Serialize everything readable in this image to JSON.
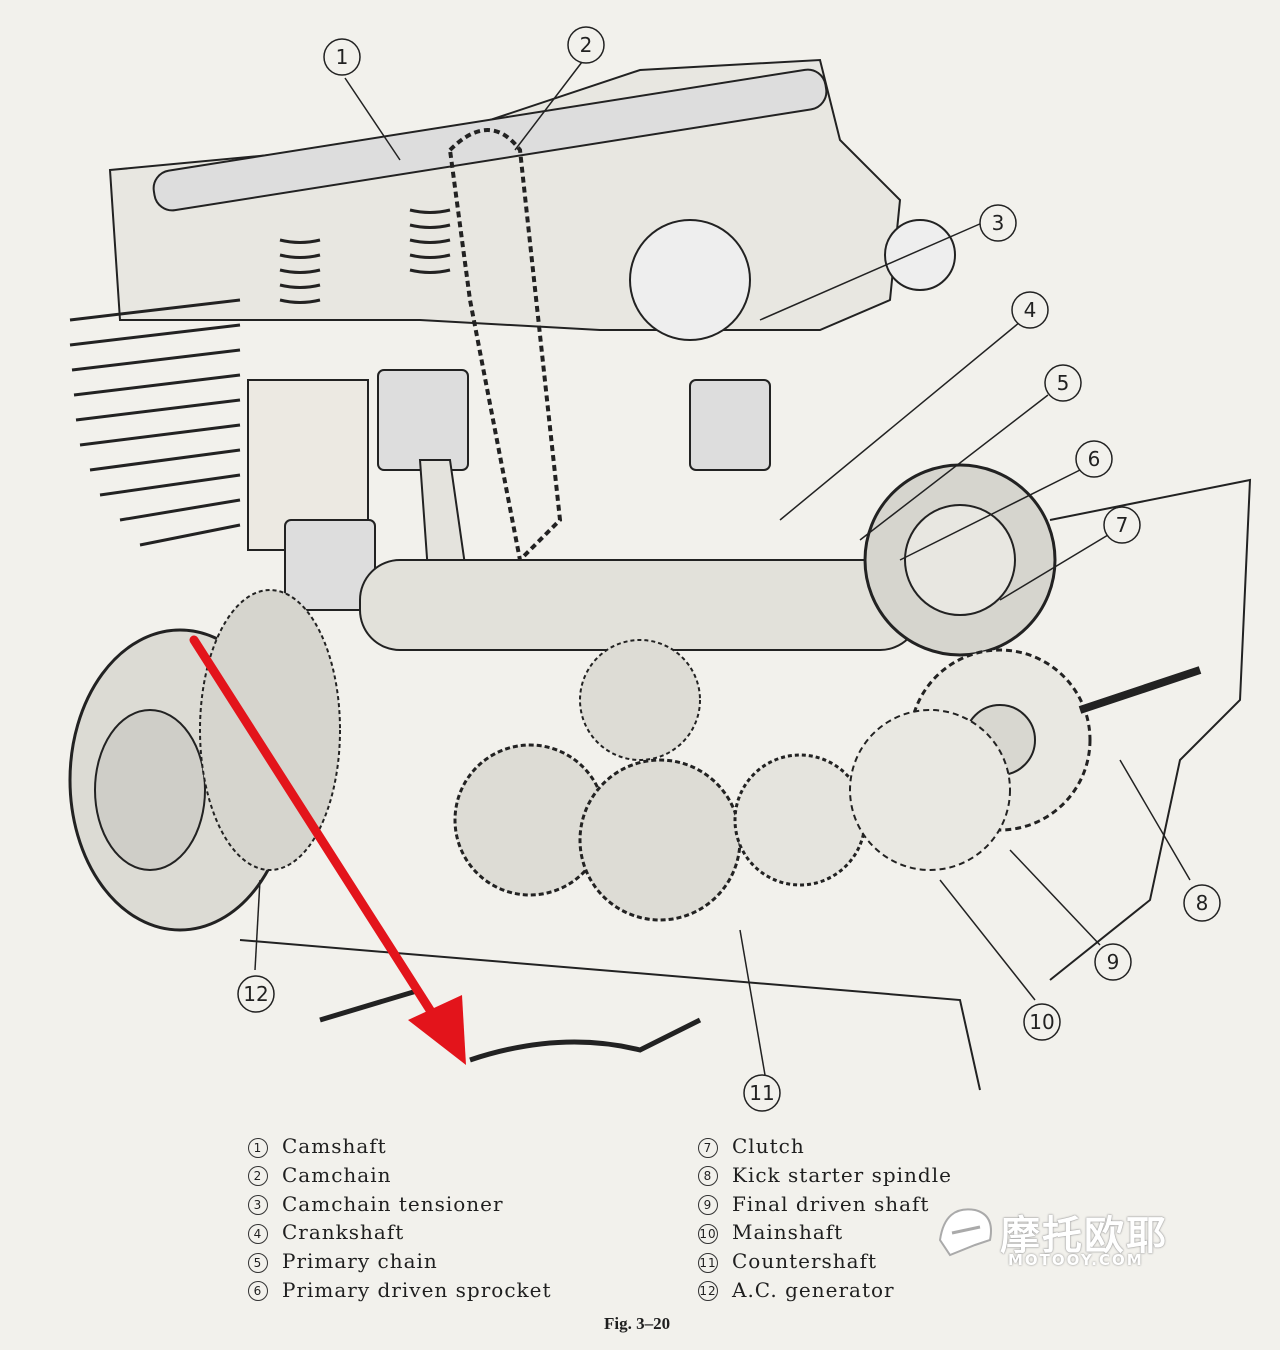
{
  "callouts": [
    "1",
    "2",
    "3",
    "4",
    "5",
    "6",
    "7",
    "8",
    "9",
    "10",
    "11",
    "12"
  ],
  "legend": {
    "left": [
      {
        "num": "1",
        "label": "Camshaft"
      },
      {
        "num": "2",
        "label": "Camchain"
      },
      {
        "num": "3",
        "label": "Camchain tensioner"
      },
      {
        "num": "4",
        "label": "Crankshaft"
      },
      {
        "num": "5",
        "label": "Primary chain"
      },
      {
        "num": "6",
        "label": "Primary driven sprocket"
      }
    ],
    "right": [
      {
        "num": "7",
        "label": "Clutch"
      },
      {
        "num": "8",
        "label": "Kick starter spindle"
      },
      {
        "num": "9",
        "label": "Final driven shaft"
      },
      {
        "num": "10",
        "label": "Mainshaft"
      },
      {
        "num": "11",
        "label": "Countershaft"
      },
      {
        "num": "12",
        "label": "A.C. generator"
      }
    ]
  },
  "caption": "Fig. 3–20",
  "watermark": {
    "cn": "摩托欧耶",
    "en": "MOTOOY.COM"
  },
  "colors": {
    "background": "#f2f1ec",
    "ink": "#1f1f1f",
    "arrow": "#e3141b"
  }
}
